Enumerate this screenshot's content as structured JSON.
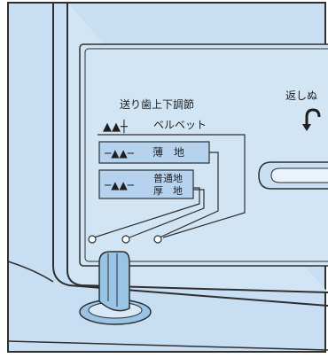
{
  "panel": {
    "section_title": "送り歯上下調節",
    "right_title": "返しぬ",
    "options": [
      {
        "symbol": "▲▲┼",
        "label": "ベルベット"
      },
      {
        "symbol": "─▲▲─",
        "label": "薄　地"
      },
      {
        "symbol": "─▲▲─",
        "label_line1": "普通地",
        "label_line2": "厚　地"
      }
    ]
  },
  "colors": {
    "background": "#c7def3",
    "panel_fill": "#d2e5f5",
    "label_highlight": "#b5d3ee",
    "knob": "#98c4e6",
    "line": "#2f2f2f"
  }
}
